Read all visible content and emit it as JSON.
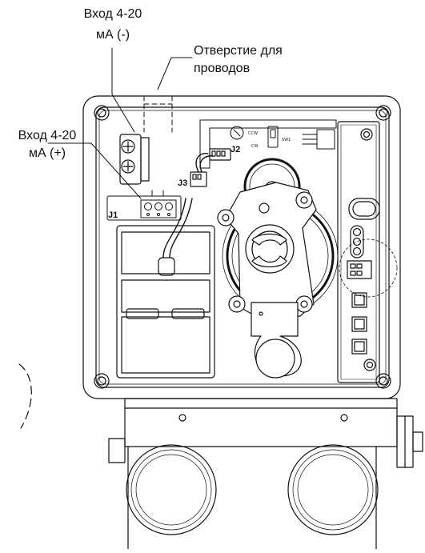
{
  "labels": {
    "input_minus_l1": "Вход 4-20",
    "input_minus_l2": "мА (-)",
    "wire_hole_l1": "Отверстие для",
    "wire_hole_l2": "проводов",
    "input_plus_l1": "Вход 4-20",
    "input_plus_l2": "мА (+)"
  },
  "board": {
    "j1": "J1",
    "j2": "J2",
    "j3": "J3",
    "ccw": "CCW",
    "cw": "CW",
    "sw1": "SW1"
  },
  "colors": {
    "line": "#111111",
    "background": "#ffffff"
  }
}
